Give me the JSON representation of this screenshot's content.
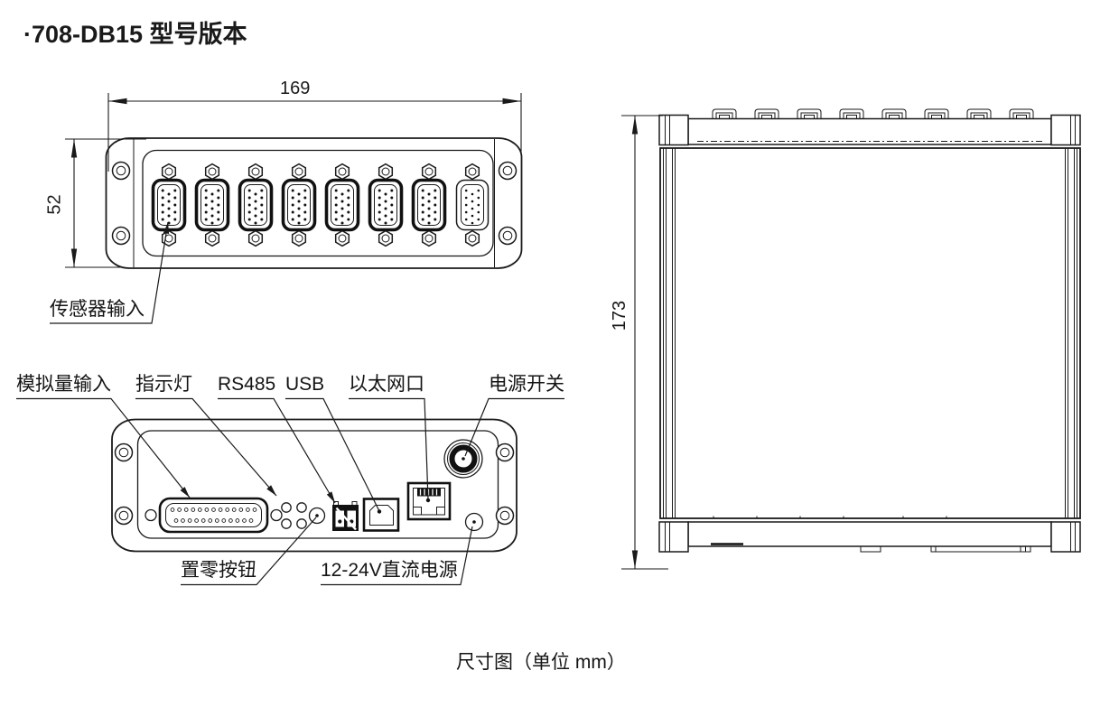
{
  "title": "·708-DB15 型号版本",
  "caption": "尺寸图（单位 mm）",
  "front_view": {
    "dimensions": {
      "width_mm": "169",
      "height_mm": "52"
    },
    "sensor_input_label": "传感器输入",
    "connector_count": 8
  },
  "rear_view": {
    "labels": {
      "analog_input": "模拟量输入",
      "indicator_light": "指示灯",
      "rs485": "RS485",
      "usb": "USB",
      "ethernet": "以太网口",
      "power_switch": "电源开关",
      "zero_button": "置零按钮",
      "dc_power": "12-24V直流电源"
    }
  },
  "top_view": {
    "dimensions": {
      "depth_mm": "173"
    }
  },
  "colors": {
    "line": "#1a1a1a",
    "text": "#141414",
    "background": "#ffffff"
  }
}
